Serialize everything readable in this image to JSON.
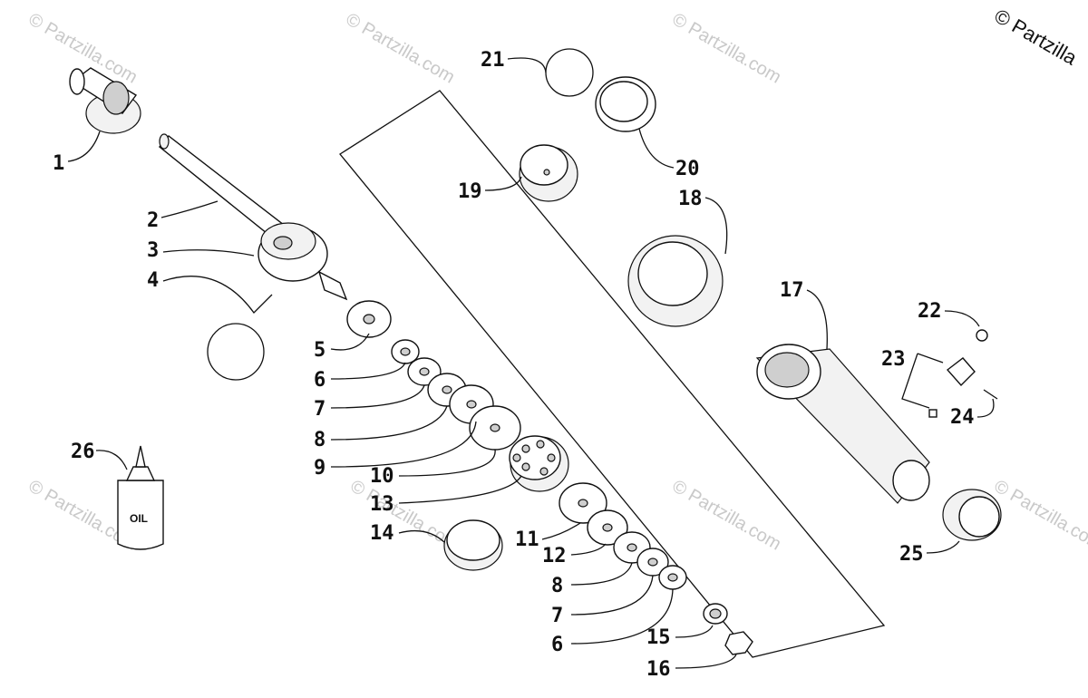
{
  "copyright": "© Partzilla",
  "watermark": "© Partzilla.com",
  "oil_label": "OIL",
  "callouts": [
    "1",
    "2",
    "3",
    "4",
    "5",
    "6",
    "7",
    "8",
    "9",
    "10",
    "13",
    "14",
    "11",
    "12",
    "8",
    "7",
    "6",
    "15",
    "16",
    "21",
    "20",
    "19",
    "18",
    "17",
    "22",
    "23",
    "24",
    "25",
    "26"
  ]
}
